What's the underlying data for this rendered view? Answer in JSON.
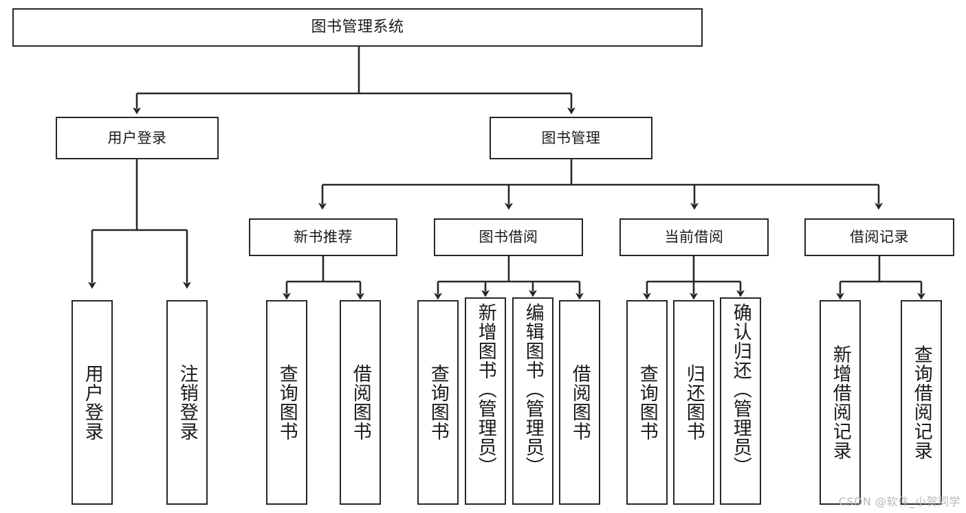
{
  "diagram": {
    "type": "tree",
    "title": "图书管理系统",
    "watermark": "CSDN @软件_小贺同学",
    "colors": {
      "stroke": "#262626",
      "fill": "#ffffff",
      "text": "#1a1a1a",
      "watermark": "#b8b8b8"
    },
    "nodes": {
      "root": {
        "label": "图书管理系统"
      },
      "level2": [
        {
          "id": "user-login",
          "label": "用户登录"
        },
        {
          "id": "book-manage",
          "label": "图书管理"
        }
      ],
      "level3": [
        {
          "id": "new-book-rec",
          "label": "新书推荐"
        },
        {
          "id": "book-borrow",
          "label": "图书借阅"
        },
        {
          "id": "current-borrow",
          "label": "当前借阅"
        },
        {
          "id": "borrow-record",
          "label": "借阅记录"
        }
      ],
      "leaves": {
        "user_login": [
          {
            "id": "leaf-user-login",
            "label": "用户登录"
          },
          {
            "id": "leaf-logout-login",
            "label": "注销登录"
          }
        ],
        "new_book_rec": [
          {
            "id": "leaf-query-book-1",
            "label": "查询图书"
          },
          {
            "id": "leaf-borrow-book-1",
            "label": "借阅图书"
          }
        ],
        "book_borrow": [
          {
            "id": "leaf-query-book-2",
            "label": "查询图书"
          },
          {
            "id": "leaf-add-book",
            "label": "新增图书（管理员）"
          },
          {
            "id": "leaf-edit-book",
            "label": "编辑图书（管理员）"
          },
          {
            "id": "leaf-borrow-book-2",
            "label": "借阅图书"
          }
        ],
        "current_borrow": [
          {
            "id": "leaf-query-book-3",
            "label": "查询图书"
          },
          {
            "id": "leaf-return-book",
            "label": "归还图书"
          },
          {
            "id": "leaf-confirm-return",
            "label": "确认归还（管理员）"
          }
        ],
        "borrow_record": [
          {
            "id": "leaf-add-record",
            "label": "新增借阅记录"
          },
          {
            "id": "leaf-query-record",
            "label": "查询借阅记录"
          }
        ]
      }
    },
    "edges": [
      {
        "from": "图书管理系统",
        "to": "用户登录"
      },
      {
        "from": "图书管理系统",
        "to": "图书管理"
      },
      {
        "from": "用户登录",
        "to": "用户登录"
      },
      {
        "from": "用户登录",
        "to": "注销登录"
      },
      {
        "from": "图书管理",
        "to": "新书推荐"
      },
      {
        "from": "图书管理",
        "to": "图书借阅"
      },
      {
        "from": "图书管理",
        "to": "当前借阅"
      },
      {
        "from": "图书管理",
        "to": "借阅记录"
      },
      {
        "from": "新书推荐",
        "to": "查询图书"
      },
      {
        "from": "新书推荐",
        "to": "借阅图书"
      },
      {
        "from": "图书借阅",
        "to": "查询图书"
      },
      {
        "from": "图书借阅",
        "to": "新增图书（管理员）"
      },
      {
        "from": "图书借阅",
        "to": "编辑图书（管理员）"
      },
      {
        "from": "图书借阅",
        "to": "借阅图书"
      },
      {
        "from": "当前借阅",
        "to": "查询图书"
      },
      {
        "from": "当前借阅",
        "to": "归还图书"
      },
      {
        "from": "当前借阅",
        "to": "确认归还（管理员）"
      },
      {
        "from": "借阅记录",
        "to": "新增借阅记录"
      },
      {
        "from": "借阅记录",
        "to": "查询借阅记录"
      }
    ]
  }
}
